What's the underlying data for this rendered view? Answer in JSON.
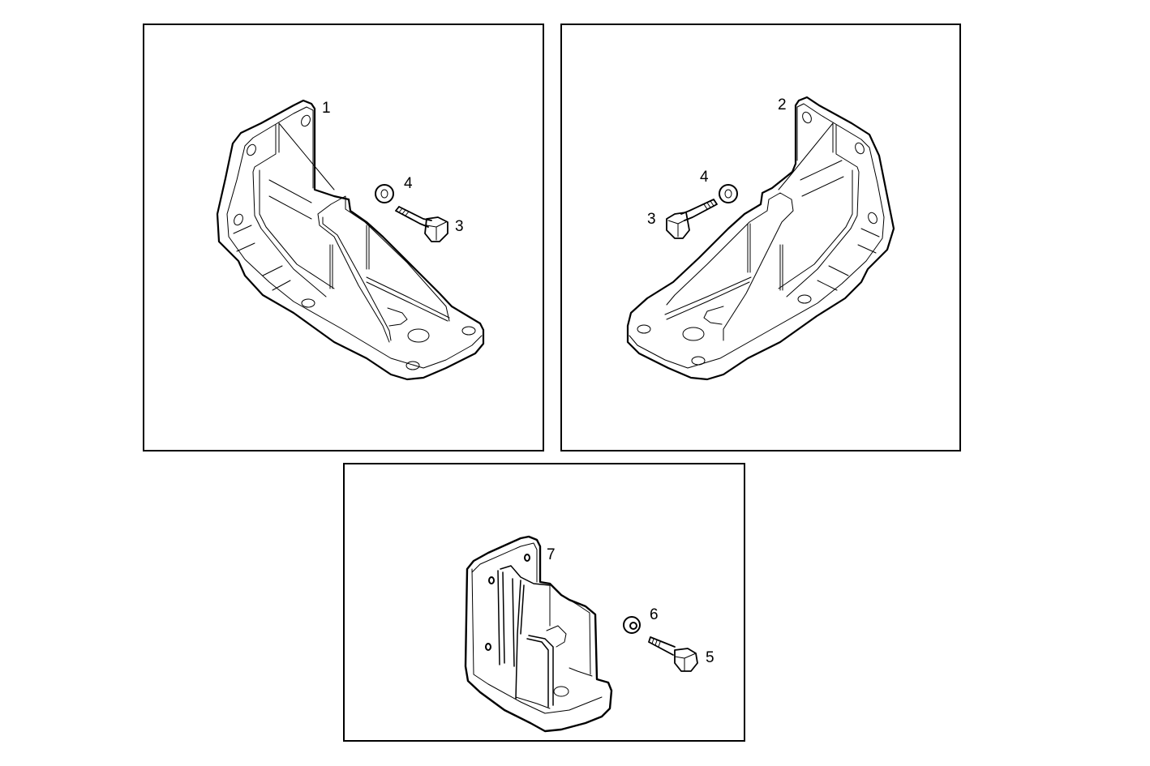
{
  "diagram": {
    "type": "exploded parts diagram",
    "panels": [
      {
        "id": "panel-1",
        "description": "Left-hand bracket with bolt and washer",
        "callouts": [
          {
            "label": "1",
            "part": "bracket"
          },
          {
            "label": "4",
            "part": "washer"
          },
          {
            "label": "3",
            "part": "hex bolt"
          }
        ]
      },
      {
        "id": "panel-2",
        "description": "Right-hand bracket with bolt and washer",
        "callouts": [
          {
            "label": "2",
            "part": "bracket"
          },
          {
            "label": "4",
            "part": "washer"
          },
          {
            "label": "3",
            "part": "hex bolt"
          }
        ]
      },
      {
        "id": "panel-3",
        "description": "Small mounting bracket with bolt and nut",
        "callouts": [
          {
            "label": "7",
            "part": "bracket"
          },
          {
            "label": "6",
            "part": "nut"
          },
          {
            "label": "5",
            "part": "hex bolt"
          }
        ]
      }
    ]
  },
  "colors": {
    "line": "#000000",
    "background": "#ffffff"
  }
}
